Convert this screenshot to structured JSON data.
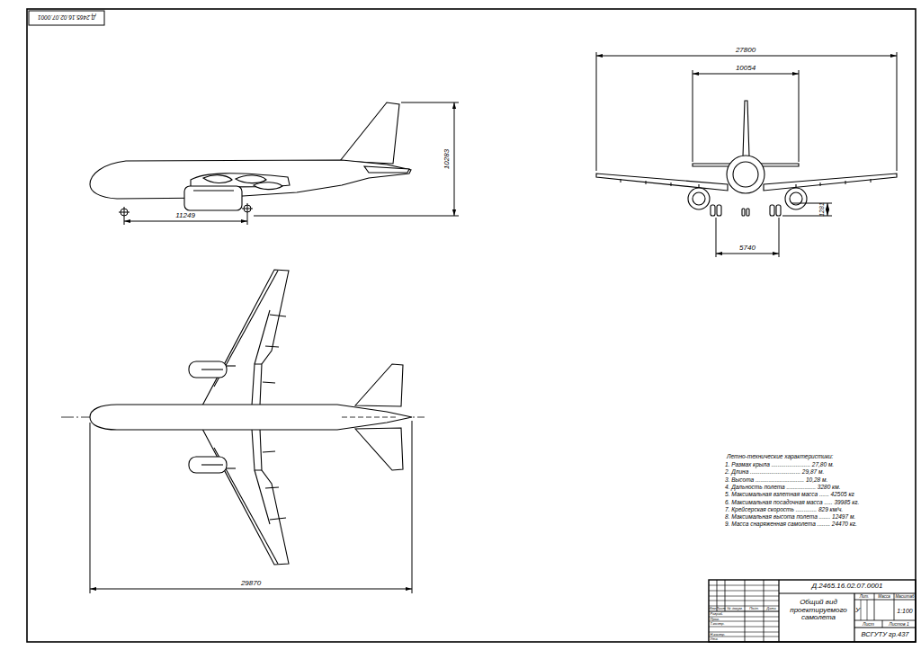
{
  "diagram": {
    "nodes": [
      {
        "text": [
          "Д.2465.16.02.07.0001"
        ]
      },
      {
        "text": [
          "Д.2465.16.02.07.0001"
        ]
      },
      {
        "text": [
          "Общий вид проектируемого самолета"
        ]
      },
      {
        "text": [
          "ВСГУТУ гр.437"
        ]
      }
    ],
    "labels": [
      "11249",
      "10283",
      "27800",
      "10054",
      "1281",
      "5740",
      "29870",
      "Летно-технические характеристики:",
      "1. Размах крыла ........................ 27,80 м.",
      "2. Длина ............................... 29,87 м.",
      "3. Высота .............................. 10,28 м.",
      "4. Дальность полета .................. 3280 км.",
      "5. Максимальная взлетная масса ...... 42505 кг",
      "6. Максимальная посадочная масса ..... 39985 кг.",
      "7. Крейсерская скорость ............. 829 км/ч.",
      "8. Максимальная высота полета ....... 12497 м.",
      "9. Масса снаряженная самолета ........ 24470 кг.",
      "Изм.",
      "Лист",
      "№ докум.",
      "Подп.",
      "Дата",
      "Разраб.",
      "Пров.",
      "Т.контр.",
      "Н.контр.",
      "Утв.",
      "Лит.",
      "Масса",
      "Масштаб",
      "У",
      "1:100",
      "Лист",
      "Листов 1"
    ]
  }
}
